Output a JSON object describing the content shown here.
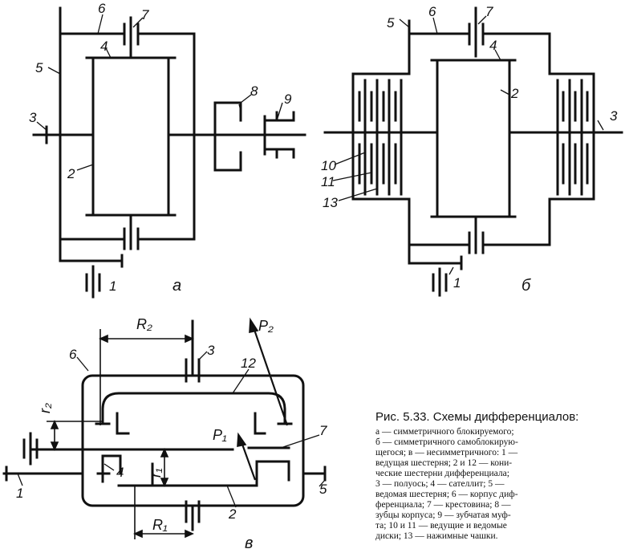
{
  "labels": {
    "a": {
      "n1": "1",
      "n2": "2",
      "n3": "3",
      "n4": "4",
      "n5": "5",
      "n6": "6",
      "n7": "7",
      "n8": "8",
      "n9": "9",
      "sub": "а"
    },
    "b": {
      "n1": "1",
      "n2": "2",
      "n3": "3",
      "n4": "4",
      "n5": "5",
      "n6": "6",
      "n7": "7",
      "n10": "10",
      "n11": "11",
      "n13": "13",
      "sub": "б"
    },
    "c": {
      "n1": "1",
      "n2": "2",
      "n3": "3",
      "n4": "4",
      "n5": "5",
      "n6": "6",
      "n7": "7",
      "n12": "12",
      "R1": "R₁",
      "R2": "R₂",
      "r1": "r₁",
      "r2": "r₂",
      "P1": "P₁",
      "P2": "P₂",
      "sub": "в"
    }
  },
  "caption": {
    "title": "Рис. 5.33. Схемы дифференциалов:",
    "legend": "а — симметричного блокируемого;\nб — симметричного самоблокирую-\nщегося; в — несимметричного: 1 —\nведущая шестерня; 2 и 12 — кони-\nческие шестерни дифференциала;\n3 — полуось; 4 — сателлит; 5 —\nведомая шестерня; 6 — корпус диф-\nференциала; 7 — крестовина; 8 —\nзубцы корпуса; 9 — зубчатая муф-\nта; 10 и 11 — ведущие и ведомые\nдиски; 13 — нажимные чашки."
  }
}
